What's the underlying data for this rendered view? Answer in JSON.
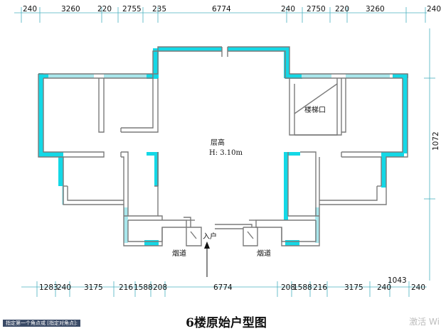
{
  "title": "6楼原始户型图",
  "labels": {
    "floor_height_1": "层高",
    "floor_height_2": "H: 3.10m",
    "stair": "楼梯口",
    "entrance": "入户",
    "flue_left": "烟道",
    "flue_right": "烟道"
  },
  "top_dims": [
    "240",
    "3260",
    "220",
    "2755",
    "235",
    "6774",
    "240",
    "2750",
    "220",
    "3260",
    "240"
  ],
  "bottom_dims": [
    "1283",
    "240",
    "3175",
    "216",
    "1588",
    "208",
    "6774",
    "208",
    "1588",
    "216",
    "3175",
    "240",
    "240"
  ],
  "bottom_extra": "1043",
  "right_dim": "1072",
  "command_line": "指定第一个角点或 [指定对角点]:",
  "watermark": "激活 Wi",
  "colors": {
    "wall": "#7a7a7a",
    "accent": "#14d8e6",
    "dim": "#4ab0bf"
  }
}
